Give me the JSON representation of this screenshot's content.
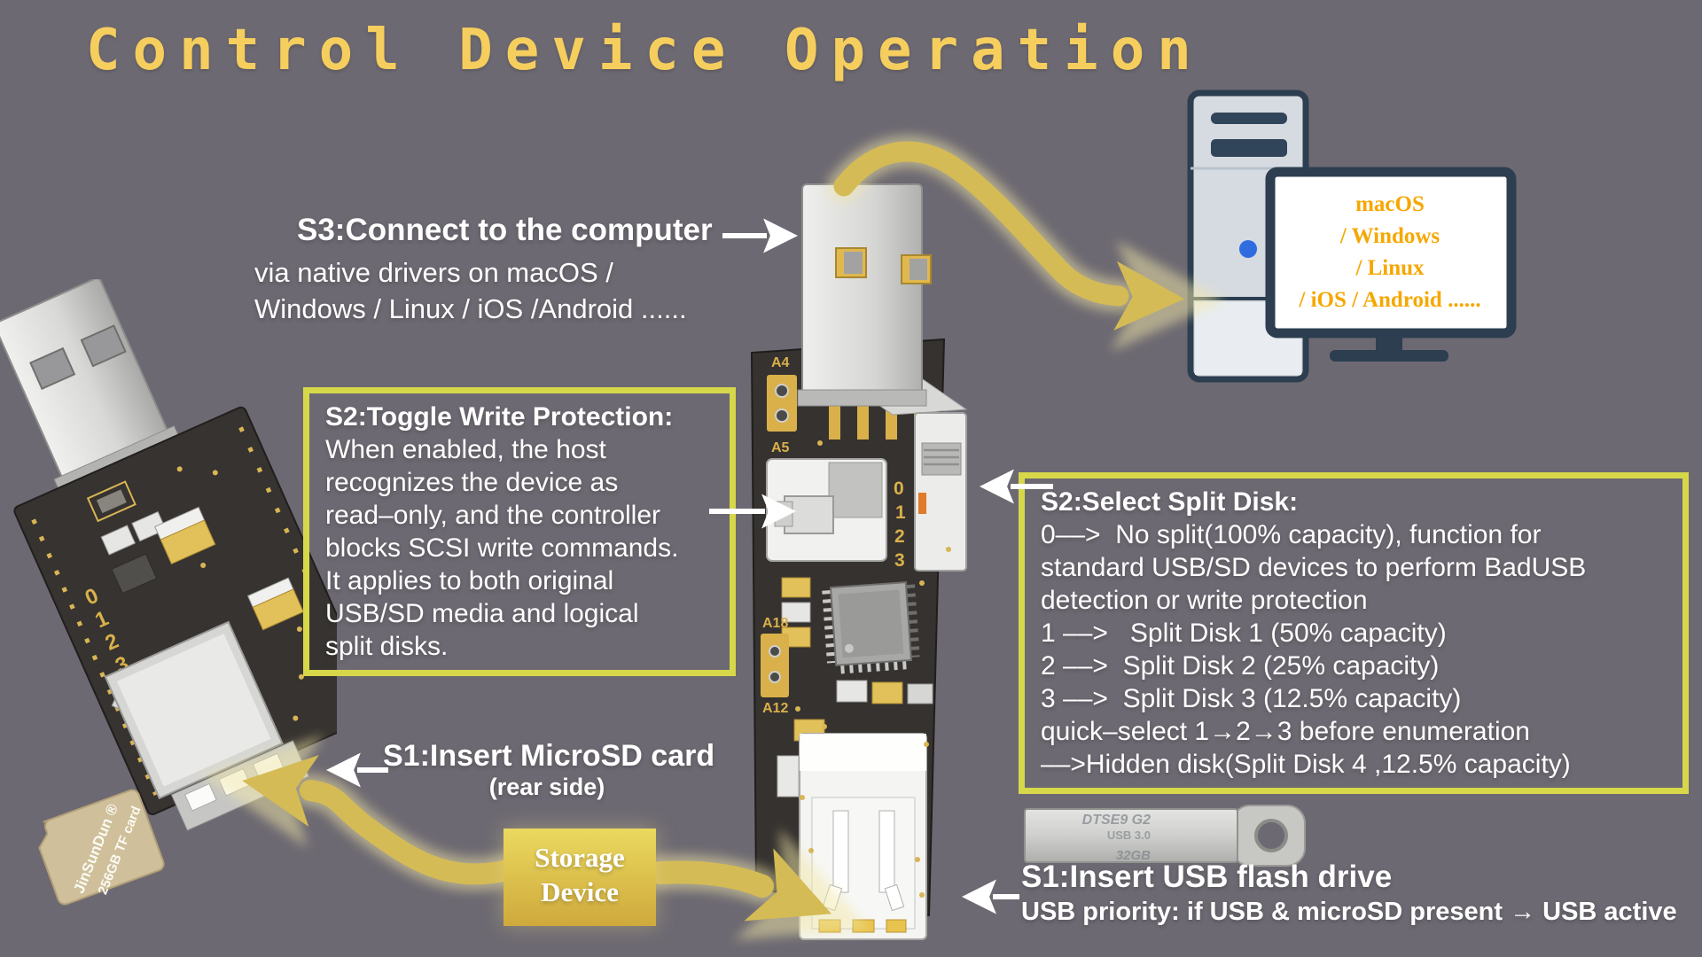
{
  "title": "Control Device Operation",
  "colors": {
    "background": "#6d6972",
    "title_gold": "#f5ce5e",
    "callout_border": "#d6d84a",
    "arrow_gold": "#d4bb55",
    "monitor_text": "#f6a700",
    "computer_navy": "#2c3e50",
    "storage_box_top": "#ead95f",
    "storage_box_bottom": "#cfa93c"
  },
  "s3": {
    "heading": "S3:Connect to the computer",
    "lines": [
      "via native drivers on macOS /",
      "Windows / Linux / iOS /Android ......"
    ]
  },
  "monitor": {
    "lines": [
      "macOS",
      "/ Windows",
      "/ Linux",
      "/ iOS / Android ......"
    ]
  },
  "toggle_box": {
    "heading": "S2:Toggle Write Protection:",
    "lines": [
      "When enabled, the host",
      "recognizes the device as",
      "read–only, and the controller",
      "blocks SCSI write commands.",
      "It applies to both original",
      "USB/SD media and logical",
      "split disks."
    ]
  },
  "split_box": {
    "heading": "S2:Select Split Disk:",
    "lines": [
      "0––>  No split(100% capacity), function for",
      "standard USB/SD devices to perform BadUSB",
      "detection or write protection",
      "1 ––>   Split Disk 1 (50% capacity)",
      "2 ––>  Split Disk 2 (25% capacity)",
      "3 ––>  Split Disk 3 (12.5% capacity)",
      "quick–select 1→2→3 before enumeration",
      "––>Hidden disk(Split Disk 4 ,12.5% capacity)"
    ]
  },
  "sd_label": {
    "heading": "S1:Insert MicroSD card",
    "sub": "(rear side)"
  },
  "usb_label": {
    "heading": "S1:Insert USB flash drive",
    "sub": "USB priority: if USB & microSD present → USB active"
  },
  "storage_box": {
    "line1": "Storage",
    "line2": "Device"
  },
  "left_device": {
    "digits": [
      "0",
      "1",
      "2",
      "3"
    ],
    "microsd": {
      "brand": "JinSunDun ®",
      "spec": "256GB TF card"
    }
  },
  "center_device": {
    "labels": {
      "a4": "A4",
      "a5": "A5",
      "a18": "A18",
      "a12": "A12"
    },
    "selector_digits": [
      "0",
      "1",
      "2",
      "3"
    ]
  },
  "flash_drive": {
    "model": "DTSE9 G2",
    "spec": "USB 3.0",
    "capacity": "32GB"
  }
}
